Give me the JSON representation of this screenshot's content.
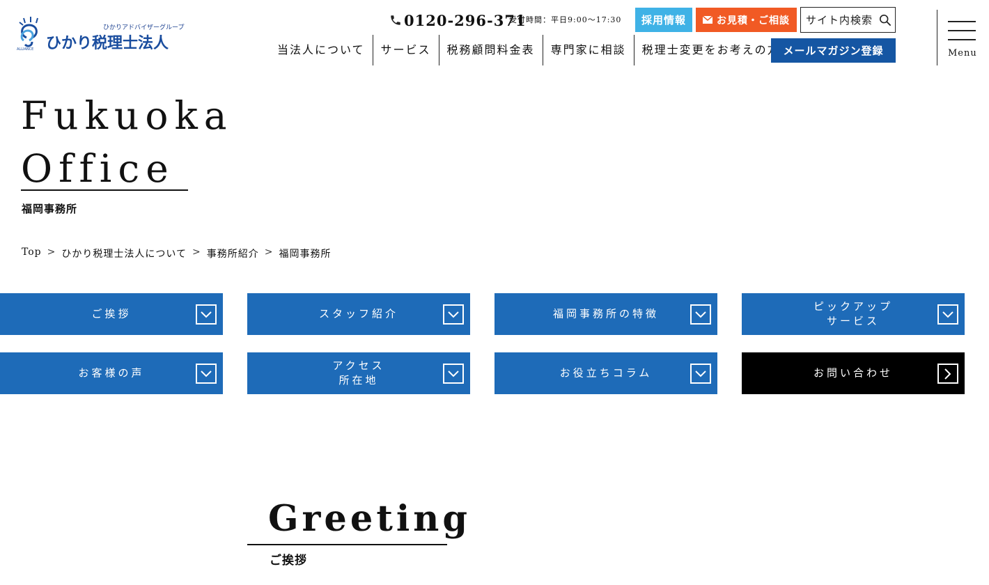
{
  "header": {
    "logo": {
      "sub": "ひかりアドバイザーグループ",
      "main": "ひかり税理士法人",
      "tiny": "ALLIANCE"
    },
    "phone": {
      "number": "0120-296-371",
      "hours": "受付時間：平日9:00〜17:30"
    },
    "buttons": {
      "recruit": "採用情報",
      "estimate": "お見積・ご相談",
      "mailmag": "メールマガジン登録"
    },
    "search": {
      "placeholder": "サイト内検索"
    },
    "nav": [
      "当法人について",
      "サービス",
      "税務顧問料金表",
      "専門家に相談",
      "税理士変更をお考えの方"
    ],
    "menu_label": "Menu"
  },
  "page": {
    "title_en_line1": "Fukuoka",
    "title_en_line2": "Office",
    "title_jp": "福岡事務所"
  },
  "breadcrumb": [
    "Top",
    "ひかり税理士法人について",
    "事務所紹介",
    "福岡事務所"
  ],
  "breadcrumb_separator": ">",
  "anchors": [
    {
      "label": "ご挨拶",
      "icon": "chevron-down-icon"
    },
    {
      "label": "スタッフ紹介",
      "icon": "chevron-down-icon"
    },
    {
      "label": "福岡事務所の特徴",
      "icon": "chevron-down-icon"
    },
    {
      "label": "ピックアップ\nサービス",
      "icon": "chevron-down-icon"
    },
    {
      "label": "お客様の声",
      "icon": "chevron-down-icon"
    },
    {
      "label": "アクセス\n所在地",
      "icon": "chevron-down-icon"
    },
    {
      "label": "お役立ちコラム",
      "icon": "chevron-down-icon"
    },
    {
      "label": "お問い合わせ",
      "icon": "chevron-right-icon"
    }
  ],
  "section": {
    "title_en": "Greeting",
    "title_jp": "ご挨拶"
  },
  "colors": {
    "anchor_blue": "#1e6bb8",
    "recruit": "#3fb2e6",
    "estimate": "#f15a24",
    "mailmag": "#1556a3",
    "logo": "#1a4d9e"
  }
}
